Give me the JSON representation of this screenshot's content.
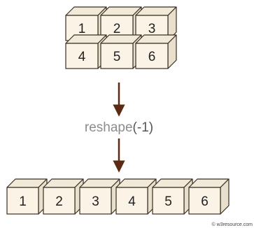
{
  "top_grid": {
    "rows": [
      [
        "1",
        "2",
        "3"
      ],
      [
        "4",
        "5",
        "6"
      ]
    ]
  },
  "operation": {
    "function": "reshape",
    "argument": "(-1)"
  },
  "bottom_row": [
    "1",
    "2",
    "3",
    "4",
    "5",
    "6"
  ],
  "credit": "© w3resource.com",
  "colors": {
    "cube_front": "#fbf4e6",
    "cube_side": "#e8dfcc",
    "cube_top": "#f2ead8",
    "outline": "#3a2e22",
    "arrow": "#5a2a14"
  }
}
